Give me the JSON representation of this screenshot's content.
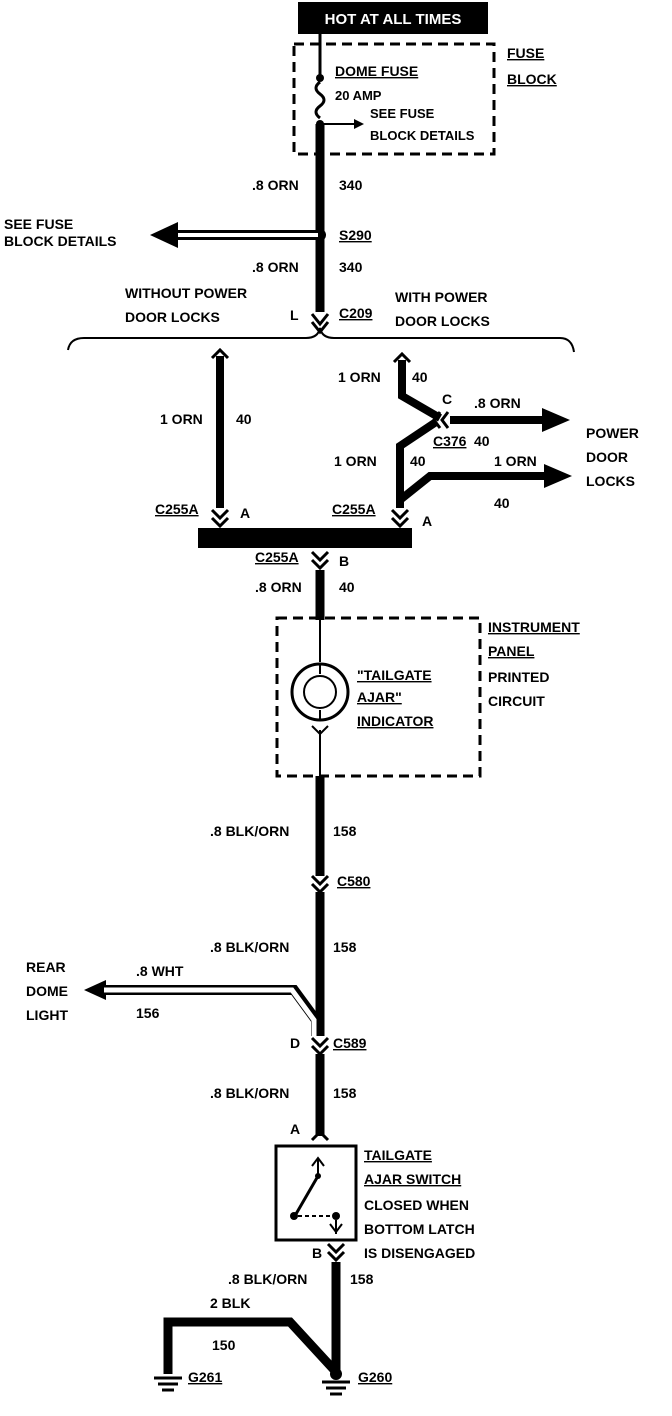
{
  "header": "HOT AT ALL TIMES",
  "fuse_block": {
    "label_1": "FUSE",
    "label_2": "BLOCK",
    "fuse_name": "DOME FUSE",
    "fuse_rating": "20 AMP",
    "see_1": "SEE FUSE",
    "see_2": "BLOCK DETAILS"
  },
  "wires": {
    "w1_gauge": ".8 ORN",
    "w1_circuit": "340",
    "w2_gauge": ".8 ORN",
    "w2_circuit": "340",
    "left_branch_gauge": "1 ORN",
    "left_branch_circuit": "40",
    "right_top_gauge": "1 ORN",
    "right_top_circuit": "40",
    "right_mid_gauge": "1 ORN",
    "right_mid_circuit": "40",
    "pdl_1_gauge": ".8 ORN",
    "pdl_1_circuit": "40",
    "pdl_2_gauge": "1 ORN",
    "pdl_2_circuit": "40",
    "ind_gauge": ".8 ORN",
    "ind_circuit": "40",
    "blk1_gauge": ".8 BLK/ORN",
    "blk1_circuit": "158",
    "blk2_gauge": ".8 BLK/ORN",
    "blk2_circuit": "158",
    "wht_gauge": ".8 WHT",
    "wht_circuit": "156",
    "blk3_gauge": ".8 BLK/ORN",
    "blk3_circuit": "158",
    "blk4_gauge": ".8 BLK/ORN",
    "blk4_circuit": "158",
    "gnd_gauge": "2 BLK",
    "gnd_circuit": "150"
  },
  "connectors": {
    "s290": "S290",
    "c209": "C209",
    "c209_pin": "L",
    "c376": "C376",
    "c376_pin": "C",
    "c255a_left": "C255A",
    "c255a_left_pin": "A",
    "c255a_right": "C255A",
    "c255a_right_pin": "A",
    "c255a_bottom": "C255A",
    "c255a_bottom_pin": "B",
    "c580": "C580",
    "c589": "C589",
    "c589_pin": "D",
    "switch_pin_a": "A",
    "switch_pin_b": "B",
    "g261": "G261",
    "g260": "G260"
  },
  "labels": {
    "see_fuse_1": "SEE FUSE",
    "see_fuse_2": "BLOCK DETAILS",
    "without_1": "WITHOUT POWER",
    "without_2": "DOOR LOCKS",
    "with_1": "WITH POWER",
    "with_2": "DOOR LOCKS",
    "pdl_1": "POWER",
    "pdl_2": "DOOR",
    "pdl_3": "LOCKS",
    "ipc_1": "INSTRUMENT",
    "ipc_2": "PANEL",
    "ipc_3": "PRINTED",
    "ipc_4": "CIRCUIT",
    "ind_1": "\"TAILGATE",
    "ind_2": "AJAR\"",
    "ind_3": "INDICATOR",
    "rear_1": "REAR",
    "rear_2": "DOME",
    "rear_3": "LIGHT",
    "sw_1": "TAILGATE",
    "sw_2": "AJAR SWITCH",
    "sw_3": "CLOSED WHEN",
    "sw_4": "BOTTOM LATCH",
    "sw_5": "IS DISENGAGED"
  },
  "colors": {
    "wire": "#000000",
    "background": "#ffffff",
    "header_bg": "#000000"
  }
}
